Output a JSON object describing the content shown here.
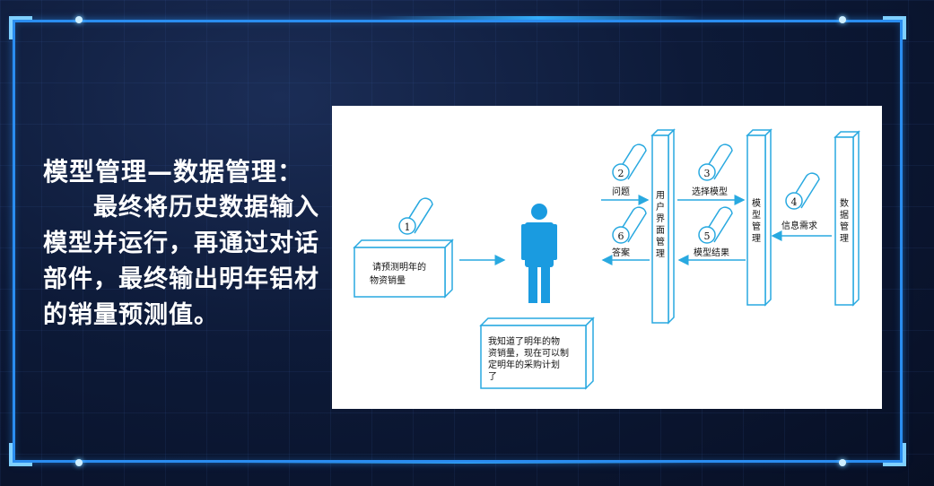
{
  "heading": "模型管理—数据管理：",
  "description": "最终将历史数据输入模型并运行，再通过对话部件，最终输出明年铝材的销量预测值。",
  "diagram": {
    "step1_num": "1",
    "step2_num": "2",
    "step3_num": "3",
    "step4_num": "4",
    "step5_num": "5",
    "step6_num": "6",
    "query_box_line1": "请预测明年的",
    "query_box_line2": "物资销量",
    "answer_box_line1": "我知道了明年的物",
    "answer_box_line2": "资销量，现在可以制",
    "answer_box_line3": "定明年的采购计划",
    "answer_box_line4": "了",
    "question_label": "问题",
    "answer_label": "答案",
    "select_model_label": "选择模型",
    "model_result_label": "模型结果",
    "info_need_label": "信息需求",
    "ui_mgmt_chars": [
      "用",
      "户",
      "界",
      "面",
      "管",
      "理"
    ],
    "model_mgmt_chars": [
      "模",
      "型",
      "管",
      "理"
    ],
    "data_mgmt_chars": [
      "数",
      "据",
      "管",
      "理"
    ],
    "colors": {
      "line": "#29a9e0",
      "fill": "#ffffff",
      "person": "#1a9be0"
    }
  }
}
